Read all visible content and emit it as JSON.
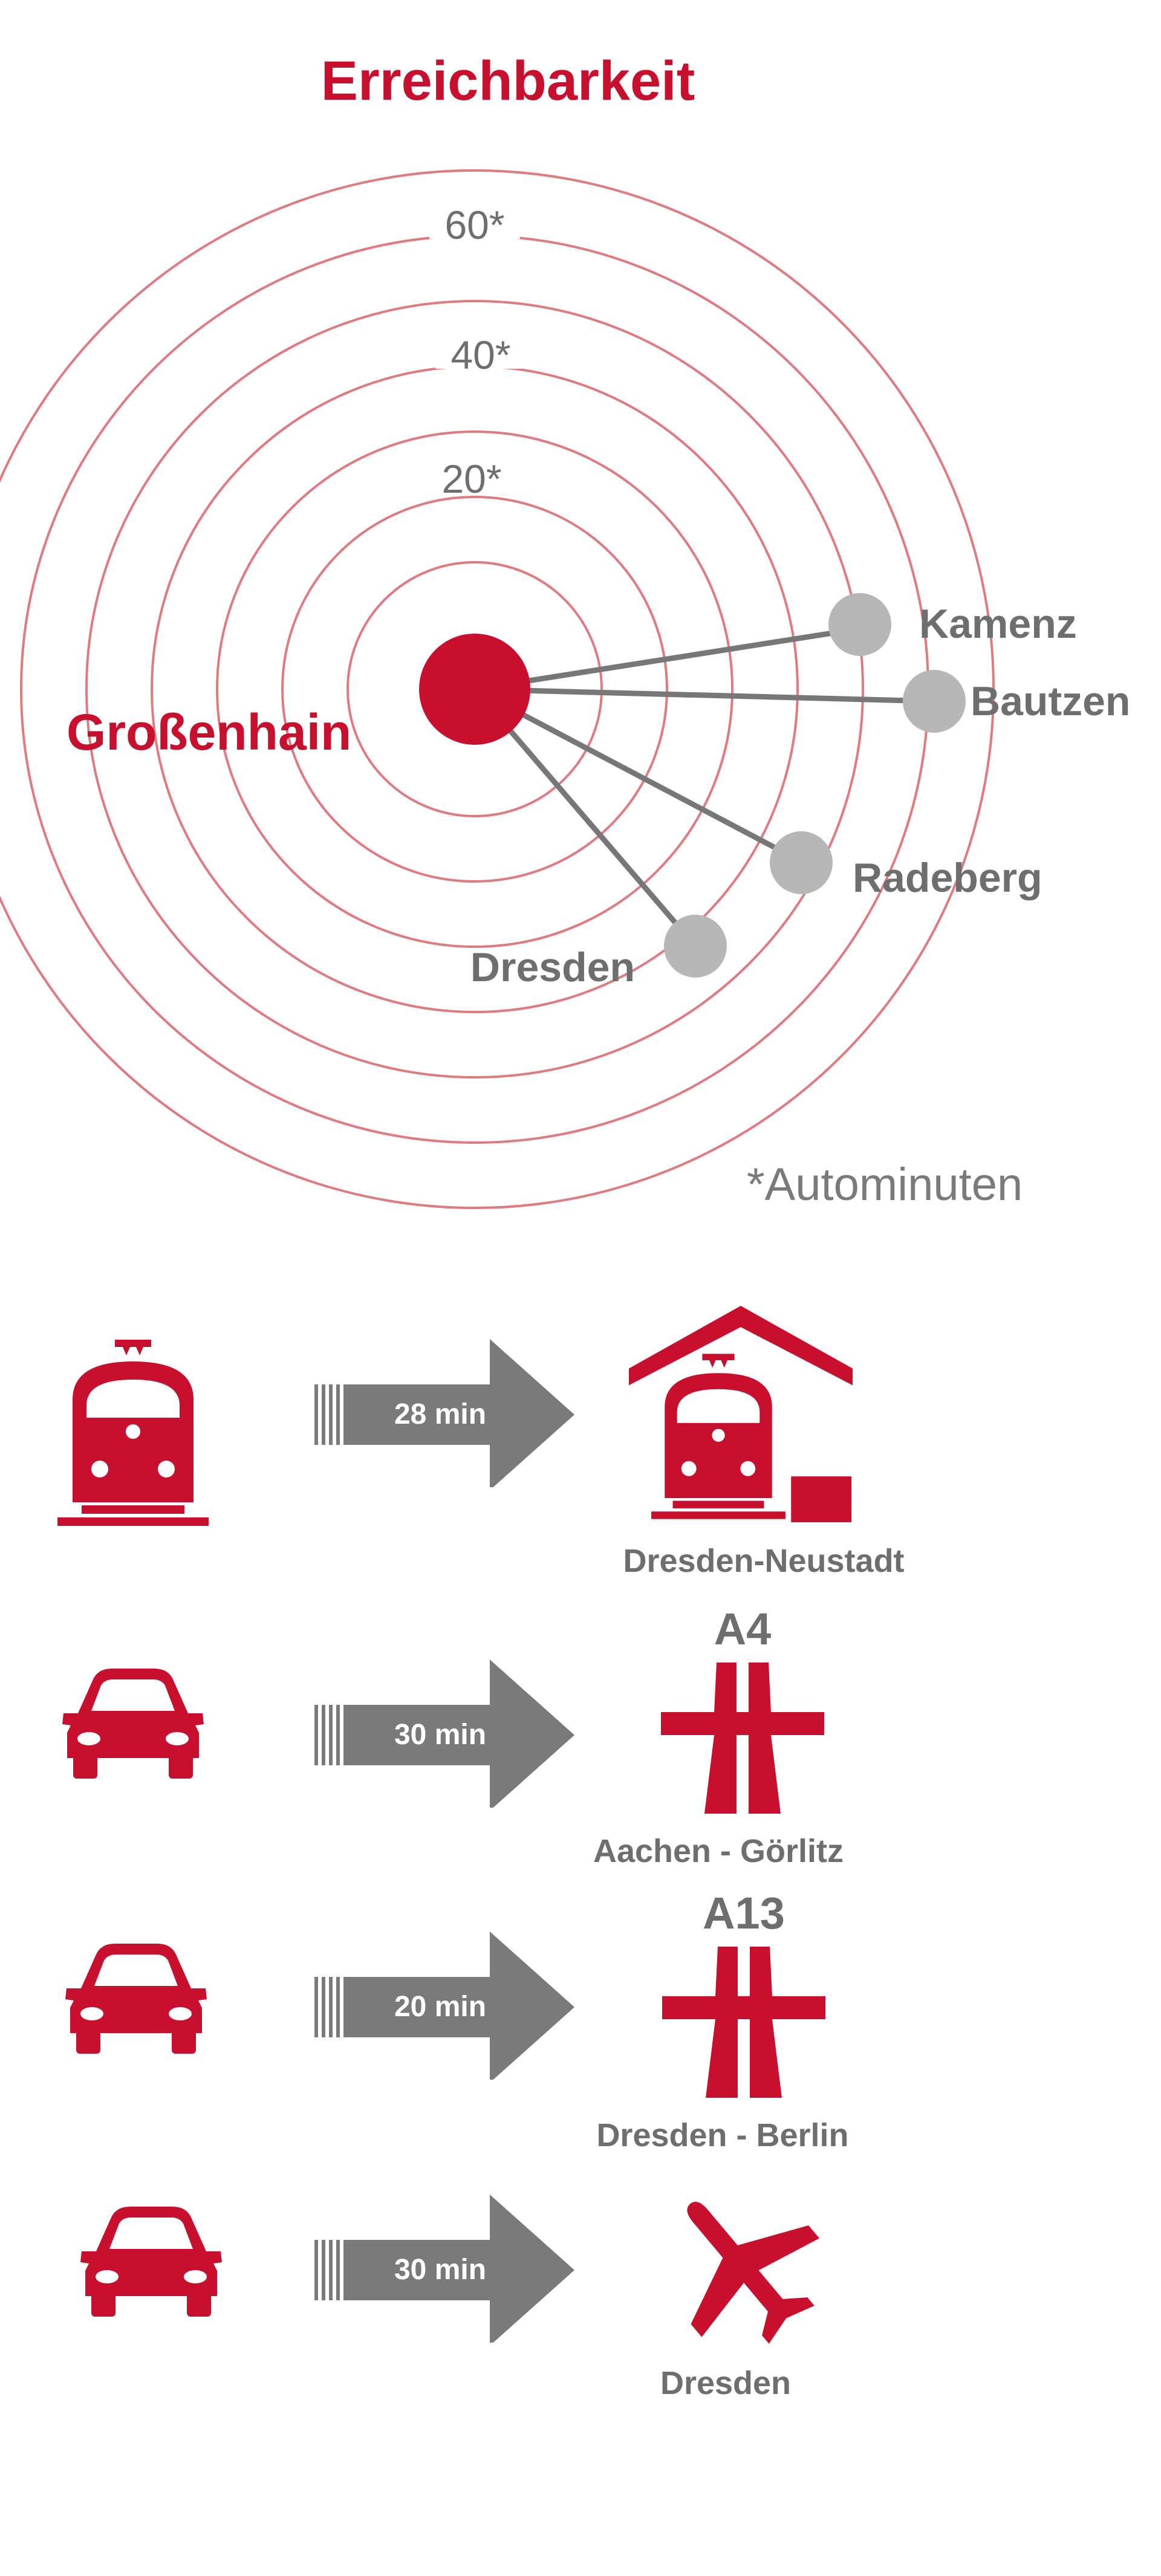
{
  "title": "Erreichbarkeit",
  "colors": {
    "accent": "#c8102e",
    "ring": "#e07a80",
    "node": "#b7b7b7",
    "line": "#777777",
    "label": "#6e6e6e",
    "arrow": "#7a7a7a"
  },
  "rings": [
    {
      "label": "20*",
      "minutes": 20
    },
    {
      "label": "40*",
      "minutes": 40
    },
    {
      "label": "60*",
      "minutes": 60
    }
  ],
  "center": {
    "label": "Großenhain"
  },
  "cities": [
    {
      "name": "Kamenz"
    },
    {
      "name": "Bautzen"
    },
    {
      "name": "Radeberg"
    },
    {
      "name": "Dresden"
    }
  ],
  "note": "*Autominuten",
  "connections": [
    {
      "from_icon": "train-icon",
      "minutes": "28 min",
      "to_icon": "train-station-icon",
      "road": "",
      "destination": "Dresden-Neustadt"
    },
    {
      "from_icon": "car-icon",
      "minutes": "30 min",
      "to_icon": "highway-icon",
      "road": "A4",
      "destination": "Aachen - Görlitz"
    },
    {
      "from_icon": "car-icon",
      "minutes": "20 min",
      "to_icon": "highway-icon",
      "road": "A13",
      "destination": "Dresden - Berlin"
    },
    {
      "from_icon": "car-icon",
      "minutes": "30 min",
      "to_icon": "airplane-icon",
      "road": "",
      "destination": "Dresden"
    }
  ]
}
